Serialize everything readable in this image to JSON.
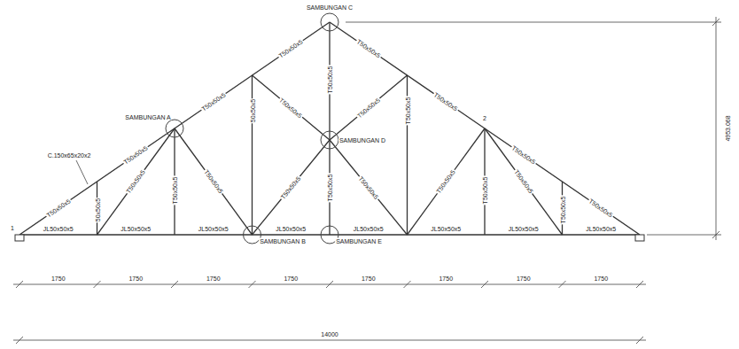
{
  "diagram": {
    "labels": [
      "SAMBUNGAN C",
      "SAMBUNGAN A",
      "SAMBUNGAN D",
      "SAMBUNGAN B",
      "SAMBUNGAN E",
      "C.150x65x20x2",
      "1",
      "2",
      "T50x50x5",
      "T50x50x5",
      "T50x50x5",
      "T50x50x5",
      "T50x50x5",
      "T50x50x5",
      "T50x50x5",
      "T50x50x5",
      "50x50x5",
      "T50x50x5",
      "50x50x5",
      "T50x50x5",
      "T50x50x5",
      "T50x50x5",
      "T50x50x5",
      "T50x50x5",
      "T50x50x5",
      "T50x50x5",
      "T50x50x5",
      "T50x50x5",
      "T50x50x5",
      "T50x50x5",
      "T50x50x5",
      "T50x50x5",
      "JL50x50x5",
      "JL50x50x5",
      "JL50x50x5",
      "JL50x50x5",
      "JL50x50x5",
      "JL50x50x5",
      "JL50x50x5",
      "JL50x50x5",
      "1750",
      "1750",
      "1750",
      "1750",
      "1750",
      "1750",
      "1750",
      "1750",
      "14000",
      "4953.068"
    ]
  }
}
